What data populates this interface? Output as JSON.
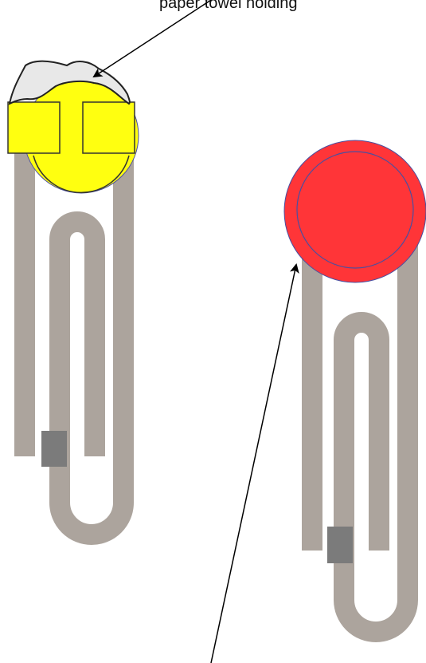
{
  "caption_top": "paper towel holding",
  "colors": {
    "wire": "#aca49d",
    "clip": "#7b7b7b",
    "yellow_bead": "#ffff10",
    "red_bead": "#ff3538",
    "bead_outline": "#4a4fa0",
    "towel_fill": "#e8e8e8",
    "towel_stroke": "#222222",
    "arrow": "#000000"
  },
  "components": [
    {
      "name": "left-thermistor",
      "bead_color": "yellow",
      "has_towel": true
    },
    {
      "name": "right-thermistor",
      "bead_color": "red",
      "has_towel": false
    }
  ]
}
